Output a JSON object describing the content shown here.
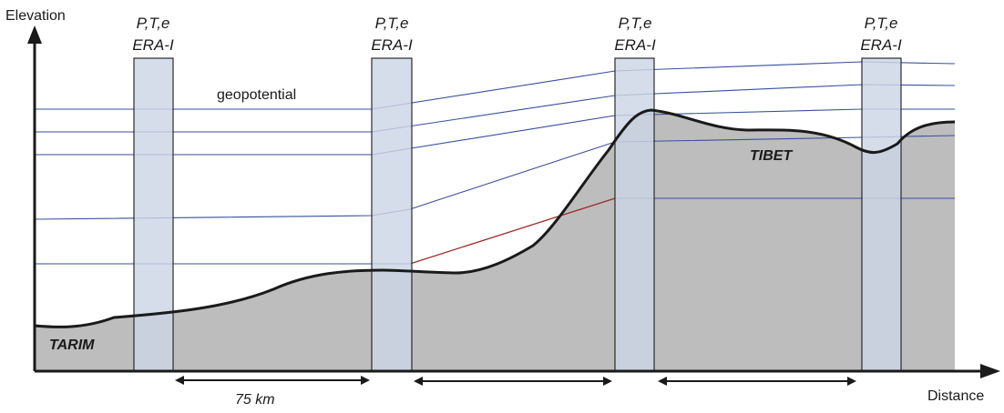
{
  "axes": {
    "y_label": "Elevation",
    "x_label": "Distance"
  },
  "columns": [
    {
      "line1": "P,T,e",
      "line2": "ERA-I"
    },
    {
      "line1": "P,T,e",
      "line2": "ERA-I"
    },
    {
      "line1": "P,T,e",
      "line2": "ERA-I"
    },
    {
      "line1": "P,T,e",
      "line2": "ERA-I"
    }
  ],
  "annotations": {
    "geopotential": "geopotential",
    "distance": "75 km"
  },
  "regions": {
    "left": "TARIM",
    "right": "TIBET"
  },
  "colors": {
    "terrain_fill": "#bdbdbd",
    "terrain_edge": "#1a1a1a",
    "column_fill": "#ccd6e6",
    "column_edge": "#2b2b2b",
    "geopotential_line": "#3a4f9e",
    "interpolation_line": "#9c2a25"
  }
}
